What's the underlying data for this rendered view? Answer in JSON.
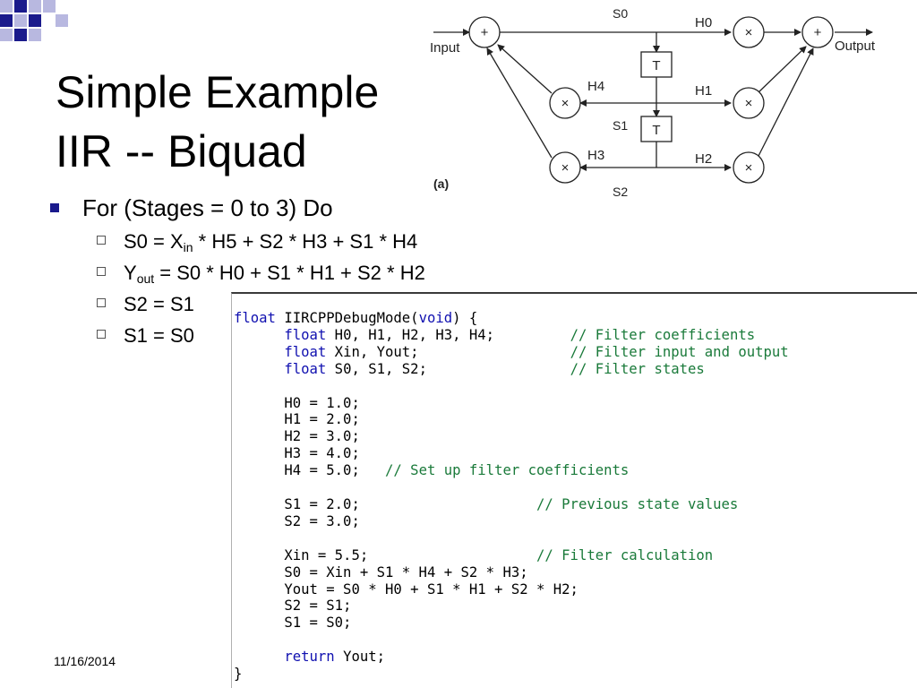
{
  "slide": {
    "title_line1": "Simple Example",
    "title_line2": "IIR -- Biquad",
    "date": "11/16/2014"
  },
  "bullets": {
    "main": "For (Stages = 0 to 3) Do",
    "sub": [
      {
        "pre": "S0  = X",
        "sub": "in",
        "post": " * H5 + S2 * H3 + S1 * H4"
      },
      {
        "pre": "Y",
        "sub": "out",
        "post": " = S0 * H0 + S1 * H1 + S2 * H2"
      },
      {
        "pre": "S2 = S1",
        "sub": "",
        "post": ""
      },
      {
        "pre": "S1 = S0",
        "sub": "",
        "post": ""
      }
    ]
  },
  "diagram": {
    "input_label": "Input",
    "output_label": "Output",
    "delay_label": "T",
    "plus": "+",
    "times": "×",
    "caption": "(a)",
    "state_labels": {
      "s0": "S0",
      "s1": "S1",
      "s2": "S2"
    },
    "coef_labels": {
      "h0": "H0",
      "h1": "H1",
      "h2": "H2",
      "h3": "H3",
      "h4": "H4"
    }
  },
  "code": {
    "line1_kw": "float",
    "line1_rest": " IIRCPPDebugMode(",
    "line1_kw2": "void",
    "line1_end": ") {",
    "decl1_kw": "float",
    "decl1_rest": " H0, H1, H2, H3, H4;",
    "decl1_comment": "// Filter coefficients",
    "decl2_kw": "float",
    "decl2_rest": " Xin, Yout;",
    "decl2_comment": "// Filter input and output",
    "decl3_kw": "float",
    "decl3_rest": " S0, S1, S2;",
    "decl3_comment": "// Filter states",
    "h0": "H0 = 1.0;",
    "h1": "H1 = 2.0;",
    "h2": "H2 = 3.0;",
    "h3": "H3 = 4.0;",
    "h4": "H4 = 5.0;",
    "h4_comment": "// Set up filter coefficients",
    "s1": "S1 = 2.0;",
    "s1_comment": "// Previous state values",
    "s2": "S2 = 3.0;",
    "xin": "Xin = 5.5;",
    "xin_comment": "// Filter calculation",
    "s0calc": "S0 = Xin + S1 * H4 + S2 * H3;",
    "youtcalc": "Yout = S0 * H0 + S1 * H1 + S2 * H2;",
    "s2assign": "S2 = S1;",
    "s1assign": "S1 = S0;",
    "return_kw": "return",
    "return_rest": " Yout;",
    "closing": "}"
  },
  "colors": {
    "bullet": "#1a1a8c",
    "keyword": "#1010b0",
    "comment": "#1a7a3a",
    "logo_dark": "#1a1a8c",
    "logo_light": "#b8b8e0"
  }
}
